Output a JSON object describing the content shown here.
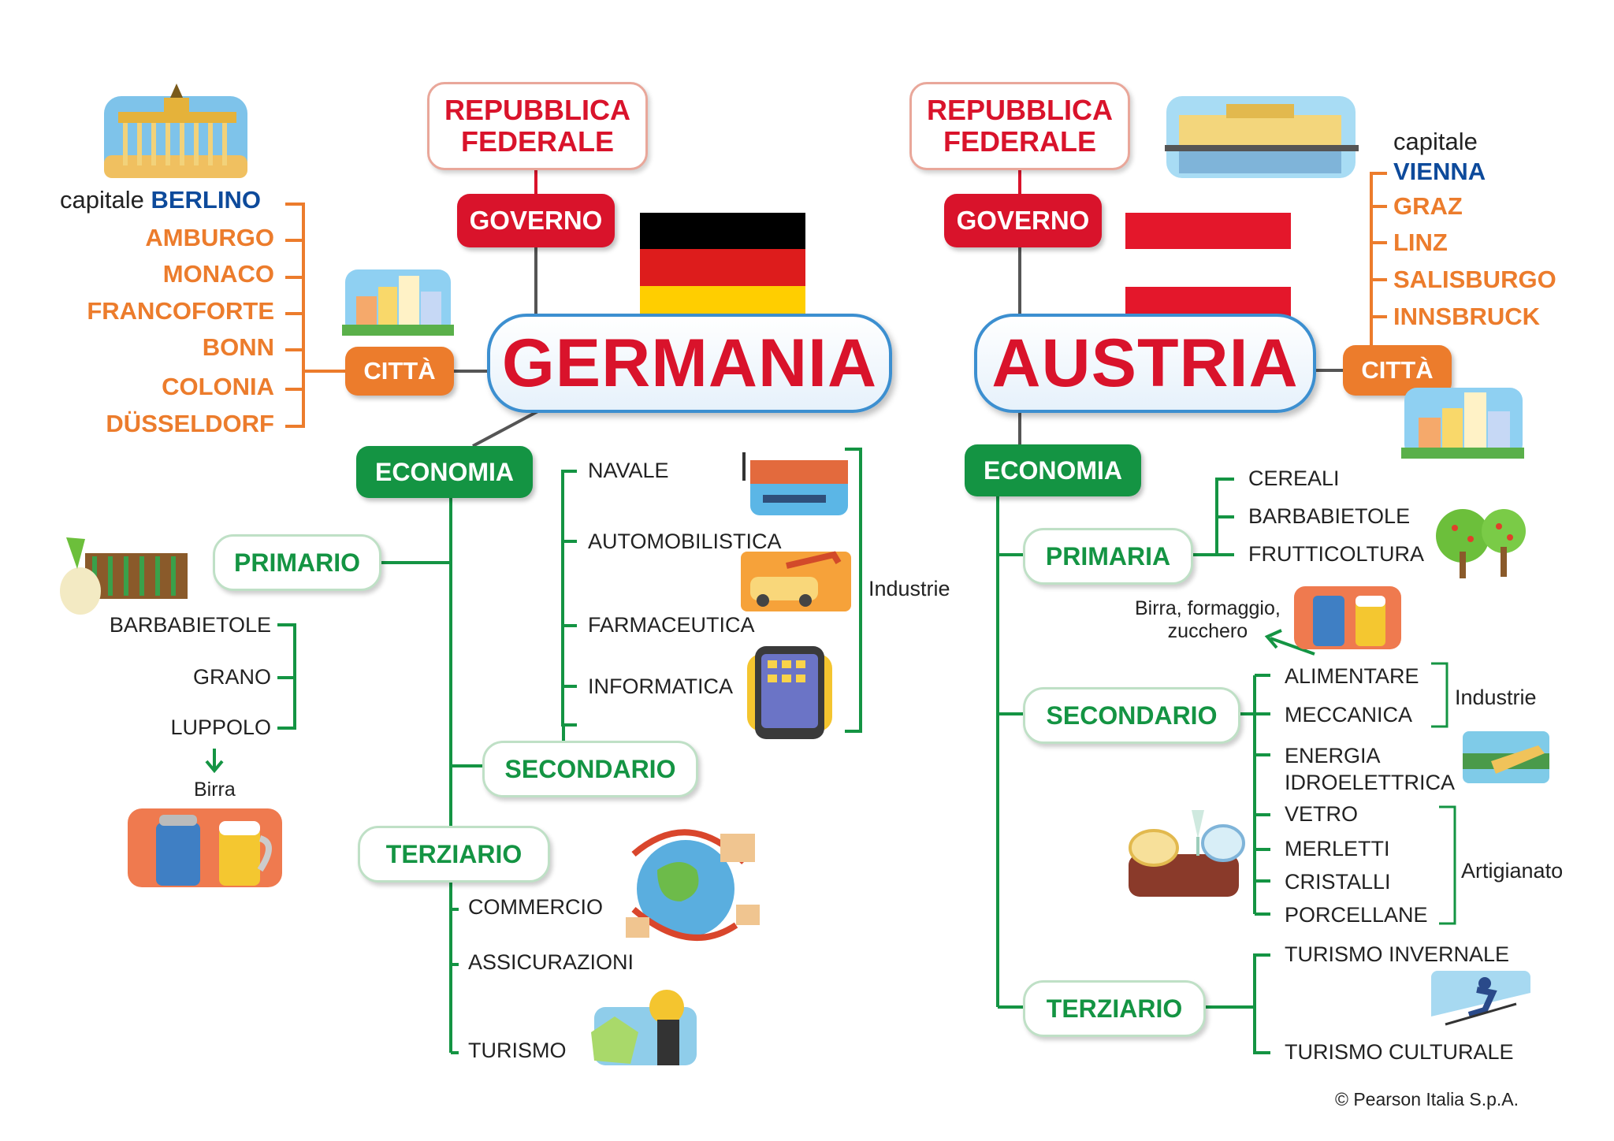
{
  "germany": {
    "government_type": "REPUBBLICA\nFEDERALE",
    "government_label": "GOVERNO",
    "country": "GERMANIA",
    "cities_label": "CITTÀ",
    "capital_prefix": "capitale",
    "capital": "BERLINO",
    "cities": [
      "AMBURGO",
      "MONACO",
      "FRANCOFORTE",
      "BONN",
      "COLONIA",
      "DÜSSELDORF"
    ],
    "economy_label": "ECONOMIA",
    "primary": {
      "label": "PRIMARIO",
      "items": [
        "BARBABIETOLE",
        "GRANO",
        "LUPPOLO"
      ],
      "product": "Birra"
    },
    "secondary": {
      "label": "SECONDARIO",
      "items": [
        "NAVALE",
        "AUTOMOBILISTICA",
        "FARMACEUTICA",
        "INFORMATICA"
      ],
      "group_label": "Industrie"
    },
    "tertiary": {
      "label": "TERZIARIO",
      "items": [
        "COMMERCIO",
        "ASSICURAZIONI",
        "TURISMO"
      ]
    },
    "flag_colors": [
      "#000000",
      "#dd1c1c",
      "#ffce00"
    ]
  },
  "austria": {
    "government_type": "REPUBBLICA\nFEDERALE",
    "government_label": "GOVERNO",
    "country": "AUSTRIA",
    "cities_label": "CITTÀ",
    "capital_prefix": "capitale",
    "capital": "VIENNA",
    "cities": [
      "GRAZ",
      "LINZ",
      "SALISBURGO",
      "INNSBRUCK"
    ],
    "economy_label": "ECONOMIA",
    "primary": {
      "label": "PRIMARIA",
      "items": [
        "CEREALI",
        "BARBABIETOLE",
        "FRUTTICOLTURA"
      ],
      "products": "Birra, formaggio,\nzucchero"
    },
    "secondary": {
      "label": "SECONDARIO",
      "industry_items": [
        "ALIMENTARE",
        "MECCANICA"
      ],
      "industry_label": "Industrie",
      "energy": "ENERGIA\nIDROELETTRICA",
      "craft_items": [
        "VETRO",
        "MERLETTI",
        "CRISTALLI",
        "PORCELLANE"
      ],
      "craft_label": "Artigianato"
    },
    "tertiary": {
      "label": "TERZIARIO",
      "items": [
        "TURISMO INVERNALE",
        "TURISMO CULTURALE"
      ]
    },
    "flag_colors": [
      "#e4172b",
      "#ffffff",
      "#e4172b"
    ]
  },
  "colors": {
    "red": "#d9132b",
    "orange": "#ec7c2c",
    "green": "#149443",
    "blue": "#0d4a9b"
  },
  "copyright": "© Pearson Italia S.p.A."
}
